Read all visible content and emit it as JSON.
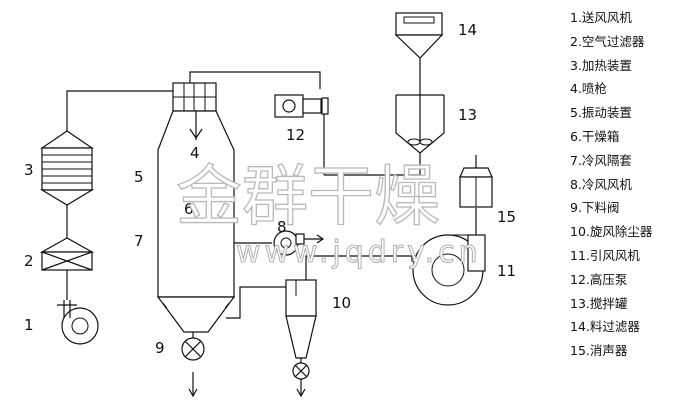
{
  "labels": {
    "n1": "1",
    "n2": "2",
    "n3": "3",
    "n4": "4",
    "n5": "5",
    "n6": "6",
    "n7": "7",
    "n8": "8",
    "n9": "9",
    "n10": "10",
    "n11": "11",
    "n12": "12",
    "n13": "13",
    "n14": "14",
    "n15": "15"
  },
  "watermark": {
    "brand": "金群干燥",
    "url": "www.jqdry.cn"
  },
  "legend": [
    "1.送风风机",
    "2.空气过滤器",
    "3.加热装置",
    "4.喷枪",
    "5.振动装置",
    "6.干燥箱",
    "7.冷风隔套",
    "8.冷风风机",
    "9.下料阀",
    "10.旋风除尘器",
    "11.引风风机",
    "12.高压泵",
    "13.搅拌罐",
    "14.料过滤器",
    "15.消声器"
  ]
}
